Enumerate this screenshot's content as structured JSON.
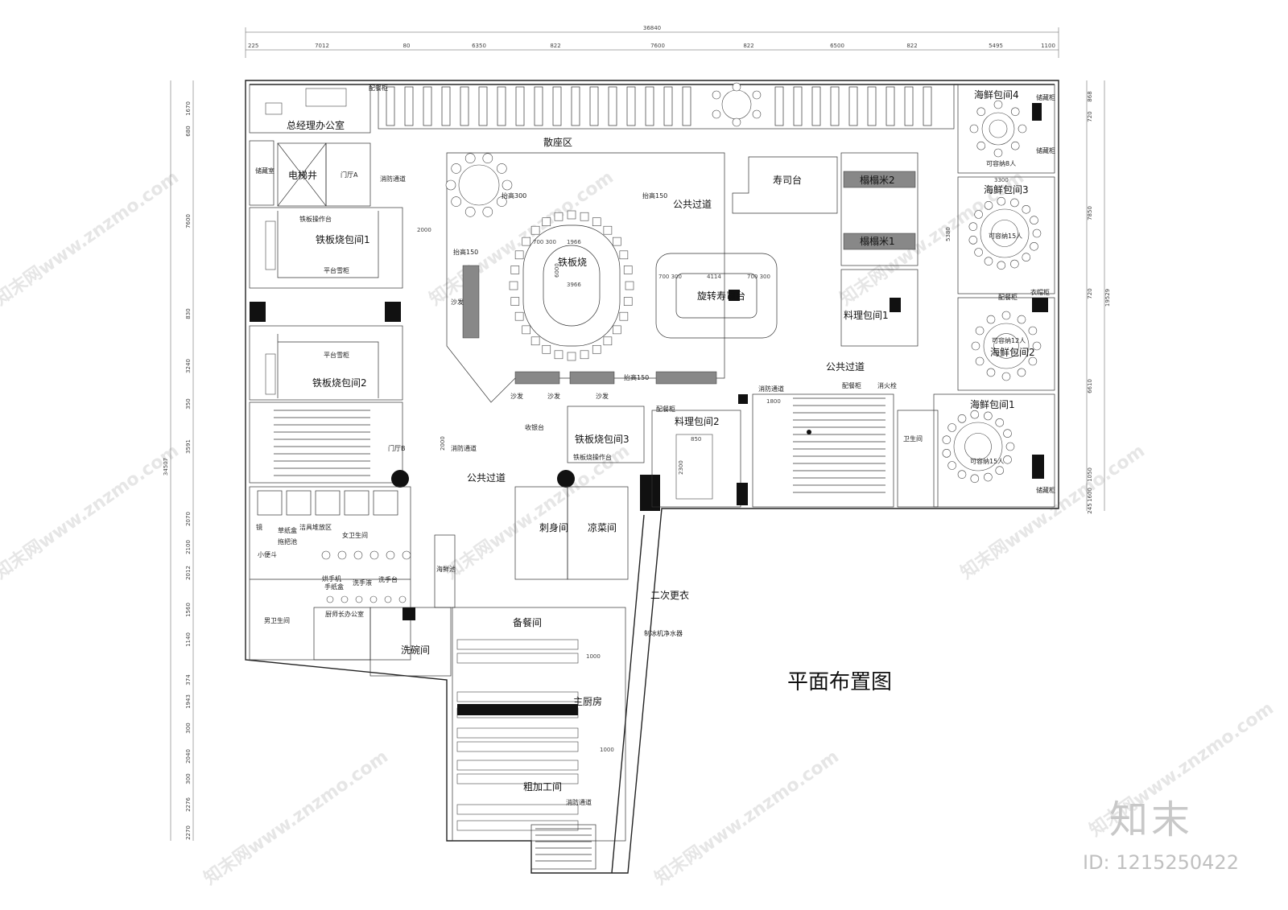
{
  "drawing": {
    "title": "平面布置图",
    "overall_width": "36840",
    "overall_height": "34507",
    "right_total": "19529"
  },
  "top_dimensions": [
    "225",
    "7012",
    "80",
    "6350",
    "822",
    "7600",
    "822",
    "6500",
    "822",
    "5495",
    "1100"
  ],
  "left_dimensions": [
    "1670",
    "680",
    "7600",
    "830",
    "3240",
    "350",
    "3591",
    "2070",
    "2100",
    "2012",
    "1560",
    "1140",
    "374",
    "1943",
    "300",
    "2040",
    "300",
    "2276",
    "2270"
  ],
  "right_dimensions": [
    "868",
    "720",
    "7850",
    "720",
    "6610",
    "1050",
    "1600",
    "245"
  ],
  "rooms": [
    {
      "id": "gm-office",
      "label": "总经理办公室"
    },
    {
      "id": "elevator",
      "label": "电梯井"
    },
    {
      "id": "lobby-a",
      "label": "门厅A"
    },
    {
      "id": "fire-passage-1",
      "label": "消防通道"
    },
    {
      "id": "teppan-room-1",
      "label": "铁板烧包间1"
    },
    {
      "id": "teppan-room-2",
      "label": "铁板烧包间2"
    },
    {
      "id": "teppan-room-3",
      "label": "铁板烧包间3"
    },
    {
      "id": "seating",
      "label": "散座区"
    },
    {
      "id": "teppanyaki",
      "label": "铁板烧"
    },
    {
      "id": "rotary-sushi",
      "label": "旋转寿司台"
    },
    {
      "id": "sushi-bar",
      "label": "寿司台"
    },
    {
      "id": "tatami-2",
      "label": "榻榻米2"
    },
    {
      "id": "tatami-1",
      "label": "榻榻米1"
    },
    {
      "id": "cuisine-room-1",
      "label": "料理包间1"
    },
    {
      "id": "cuisine-room-2",
      "label": "料理包间2"
    },
    {
      "id": "seafood-4",
      "label": "海鲜包间4"
    },
    {
      "id": "seafood-3",
      "label": "海鲜包间3"
    },
    {
      "id": "seafood-2",
      "label": "海鲜包间2"
    },
    {
      "id": "seafood-1",
      "label": "海鲜包间1"
    },
    {
      "id": "public-corridor-1",
      "label": "公共过道"
    },
    {
      "id": "public-corridor-2",
      "label": "公共过道"
    },
    {
      "id": "public-corridor-3",
      "label": "公共过道"
    },
    {
      "id": "lobby-b",
      "label": "门厅B"
    },
    {
      "id": "fire-passage-2",
      "label": "消防通道"
    },
    {
      "id": "fire-passage-3",
      "label": "消防通道"
    },
    {
      "id": "fire-passage-4",
      "label": "消防通道"
    },
    {
      "id": "female-wc",
      "label": "女卫生间"
    },
    {
      "id": "male-wc",
      "label": "男卫生间"
    },
    {
      "id": "chef-office",
      "label": "厨师长办公室"
    },
    {
      "id": "dishwash",
      "label": "洗碗间"
    },
    {
      "id": "seafood-pool",
      "label": "海鲜池"
    },
    {
      "id": "sashimi",
      "label": "刺身间"
    },
    {
      "id": "cold-dish",
      "label": "凉菜间"
    },
    {
      "id": "changing",
      "label": "二次更衣"
    },
    {
      "id": "prep-room",
      "label": "备餐间"
    },
    {
      "id": "main-kitchen",
      "label": "主厨房"
    },
    {
      "id": "rough-process",
      "label": "粗加工间"
    }
  ],
  "small_labels": {
    "raised_300": "抬高300",
    "raised_150_a": "抬高150",
    "raised_150_b": "抬高150",
    "raised_150_c": "抬高150",
    "teppan_console_1": "铁板操作台",
    "teppan_console_3": "铁板烧操作台",
    "platform_fridge_1": "平台雪柜",
    "platform_fridge_2": "平台雪柜",
    "sofa_1": "沙发",
    "sofa_2": "沙发",
    "sofa_3": "沙发",
    "sofa_4": "沙发",
    "cashier": "收银台",
    "serving_cab_1": "配餐柜",
    "serving_cab_2": "配餐柜",
    "serving_cab_3": "配餐柜",
    "serving_cab_4": "配餐柜",
    "hydrant": "消火栓",
    "wc": "卫生间",
    "store_cab_1": "储藏柜",
    "store_cab_2": "储藏柜",
    "store_cab_3": "储藏柜",
    "wardrobe": "衣帽柜",
    "store_room": "储藏室",
    "cap_8": "可容纳8人",
    "cap_15a": "可容纳15人",
    "cap_12": "可容纳12人",
    "cap_15b": "可容纳15人",
    "mop_pool": "拖把池",
    "tissue": "草纸盒",
    "urinal": "小便斗",
    "hand_dryer": "烘手机",
    "paper_box": "手纸盒",
    "soap": "洗手液",
    "wash_basin": "洗手台",
    "mirror": "镜",
    "clean_store": "洁具堆放区",
    "water_purifier": "制冰机净水器"
  },
  "dimension_notes": {
    "d2000_h": "2000",
    "d2000_v": "2000",
    "d1966": "1966",
    "d3966": "3966",
    "d6000": "6000",
    "d700_300_a": "700 300",
    "d700_300_b": "700 300",
    "d700_300_c": "700 300",
    "d4114": "4114",
    "d5380": "5380",
    "d3300": "3300",
    "d1000_a": "1000",
    "d1000_b": "1000",
    "d1800": "1800",
    "d850": "850",
    "d2300": "2300"
  },
  "watermark": {
    "logo": "知末",
    "id": "ID: 1215250422",
    "diag": "知末网www.znzmo.com"
  }
}
